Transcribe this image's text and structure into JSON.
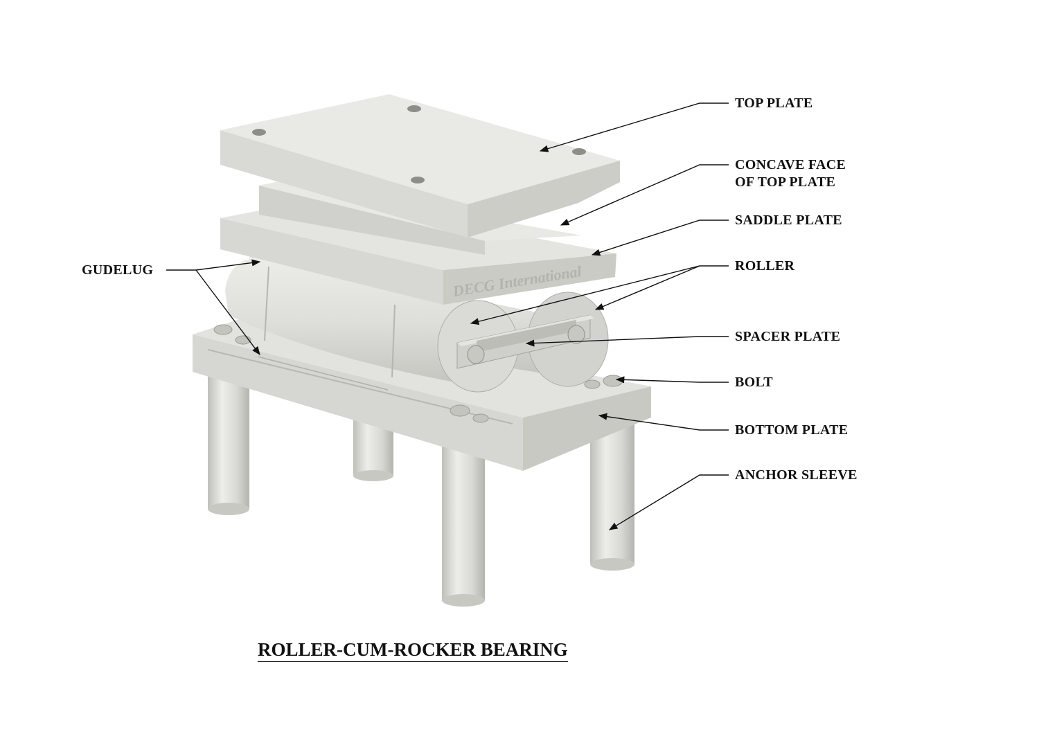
{
  "diagram": {
    "title": "ROLLER-CUM-ROCKER BEARING",
    "watermark": "DECG International",
    "labels": {
      "top_plate": "TOP PLATE",
      "concave_face_line1": "CONCAVE FACE",
      "concave_face_line2": "OF TOP PLATE",
      "saddle_plate": "SADDLE PLATE",
      "roller": "ROLLER",
      "spacer_plate": "SPACER PLATE",
      "bolt": "BOLT",
      "bottom_plate": "BOTTOM PLATE",
      "anchor_sleeve": "ANCHOR SLEEVE",
      "gudelug": "GUDELUG"
    }
  },
  "colors": {
    "background": "#ffffff",
    "metal": "#d9d9d5",
    "metal_light": "#e6e6e2",
    "metal_dark": "#bdbdb8",
    "ink": "#111111"
  }
}
